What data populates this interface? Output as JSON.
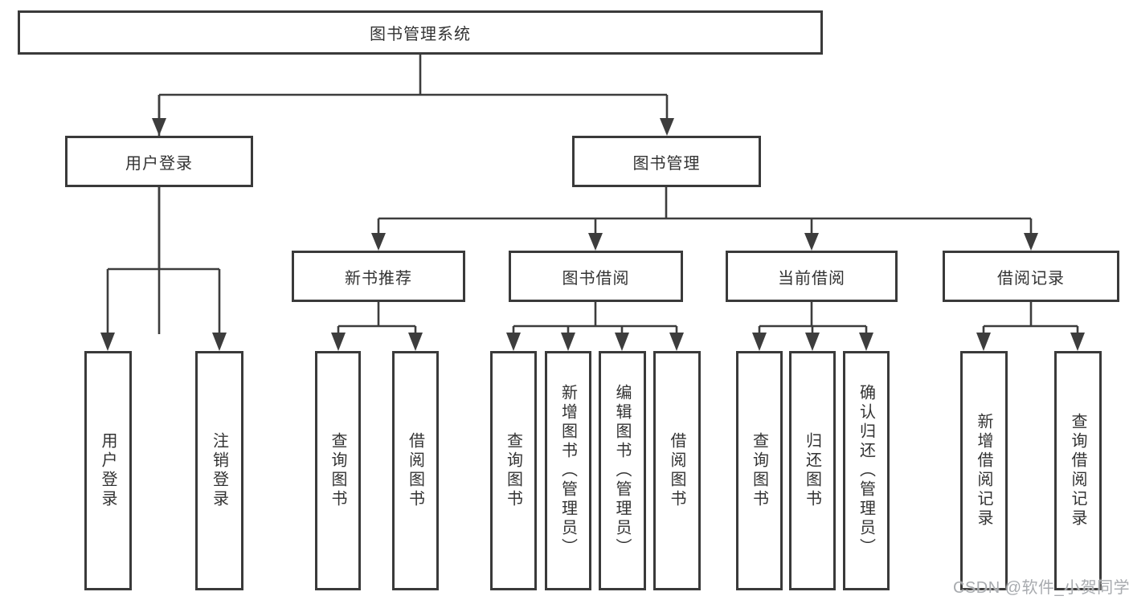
{
  "colors": {
    "background": "#ffffff",
    "box_border": "#3a3a3a",
    "box_fill": "#ffffff",
    "connector_line": "#3d3d3d",
    "label_text": "#333333",
    "watermark_text": "#a8abaf"
  },
  "diagram": {
    "type": "hierarchy-tree",
    "root": {
      "label": "图书管理系统"
    },
    "branches": [
      {
        "label": "用户登录",
        "children": [
          {
            "label": "用户登录"
          },
          {
            "label": "注销登录"
          }
        ]
      },
      {
        "label": "图书管理",
        "children": [
          {
            "label": "新书推荐",
            "children": [
              {
                "label": "查询图书"
              },
              {
                "label": "借阅图书"
              }
            ]
          },
          {
            "label": "图书借阅",
            "children": [
              {
                "label": "查询图书"
              },
              {
                "label": "新增图书（管理员）"
              },
              {
                "label": "编辑图书（管理员）"
              },
              {
                "label": "借阅图书"
              }
            ]
          },
          {
            "label": "当前借阅",
            "children": [
              {
                "label": "查询图书"
              },
              {
                "label": "归还图书"
              },
              {
                "label": "确认归还（管理员）"
              }
            ]
          },
          {
            "label": "借阅记录",
            "children": [
              {
                "label": "新增借阅记录"
              },
              {
                "label": "查询借阅记录"
              }
            ]
          }
        ]
      }
    ]
  },
  "watermark": {
    "text": "CSDN @软件_小贺同学"
  }
}
